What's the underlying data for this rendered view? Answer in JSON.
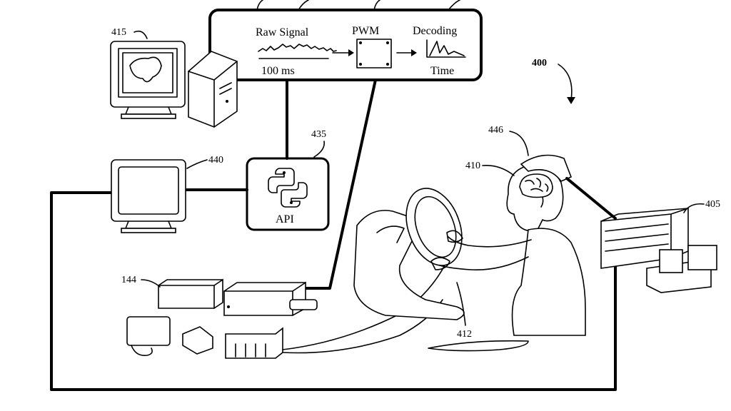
{
  "figure_number": "400",
  "pipeline": {
    "raw_signal": "Raw Signal",
    "time_scale": "100 ms",
    "pwm": "PWM",
    "decoding": "Decoding",
    "time": "Time"
  },
  "api_label": "API",
  "refs": {
    "display_415": "415",
    "processor_435": "435",
    "monitor_440": "440",
    "helmet_446": "446",
    "subject_410": "410",
    "amplifier_405": "405",
    "electrode_412": "412",
    "rig_144": "144"
  },
  "icons": [
    "python-logo-icon",
    "brain-icon",
    "steering-wheel-icon"
  ]
}
